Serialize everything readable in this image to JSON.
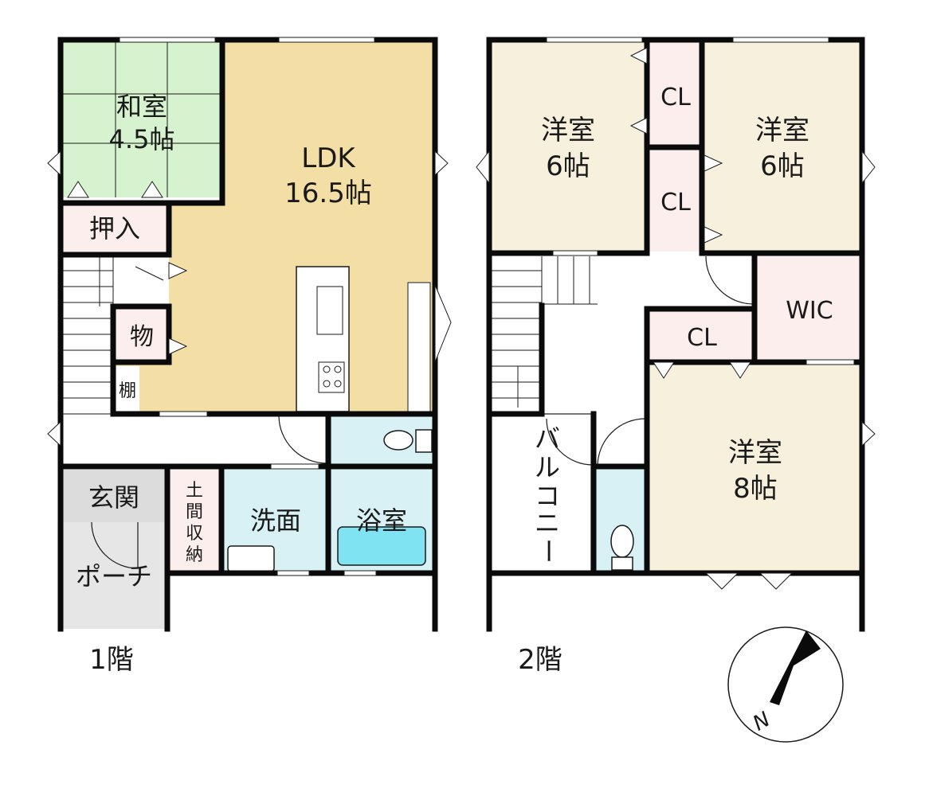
{
  "floor1": {
    "caption": "1階",
    "washitsu": {
      "name": "和室",
      "size": "4.5帖"
    },
    "oshiire": "押入",
    "ldk": {
      "name": "LDK",
      "size": "16.5帖"
    },
    "mono": "物",
    "tana": "棚",
    "genkan": "玄関",
    "doma": [
      "土",
      "間",
      "収",
      "納"
    ],
    "senmen": "洗面",
    "yokushitsu": "浴室",
    "porch": "ポーチ"
  },
  "floor2": {
    "caption": "2階",
    "room_nw": {
      "name": "洋室",
      "size": "6帖"
    },
    "room_ne": {
      "name": "洋室",
      "size": "6帖"
    },
    "cl1": "CL",
    "cl2": "CL",
    "cl3": "CL",
    "wic": "WIC",
    "room_s": {
      "name": "洋室",
      "size": "8帖"
    },
    "balcony": [
      "バ",
      "ル",
      "コ",
      "ニ",
      "ー"
    ]
  },
  "compass": {
    "north": "N"
  },
  "colors": {
    "wall": "#0a0a0a",
    "washitsu": "#d6f2cf",
    "ldk": "#f3dfa6",
    "storage": "#fdeeee",
    "wet": "#d8f1f4",
    "yoshitsu": "#f6f0dd",
    "porch": "#e6e6e6",
    "genkan": "#dcdcdc"
  }
}
